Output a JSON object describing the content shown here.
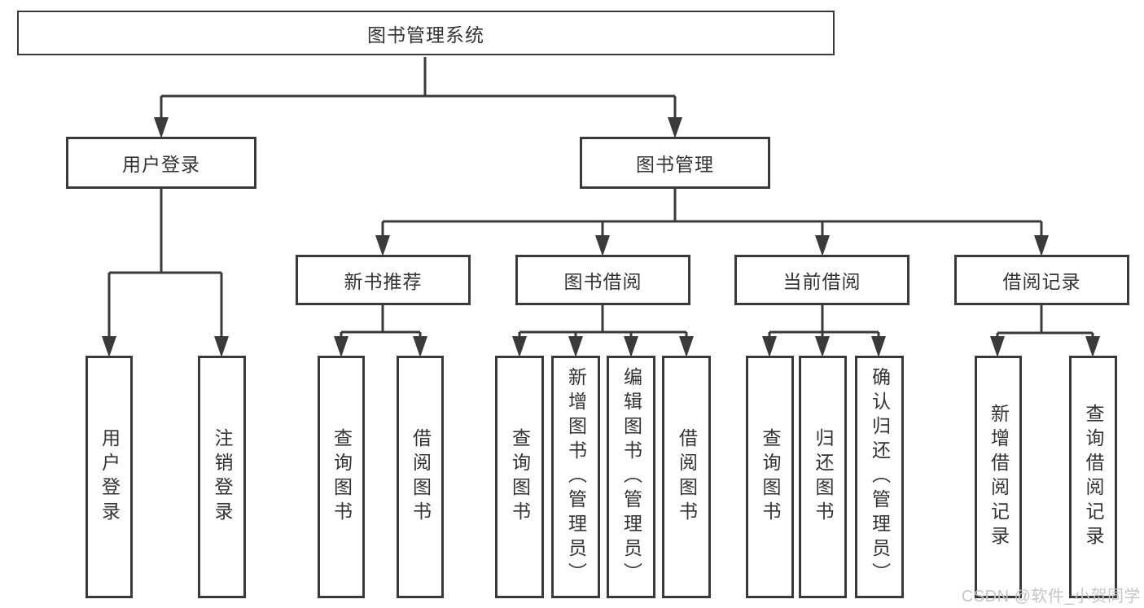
{
  "diagram": {
    "root": {
      "label": "图书管理系统"
    },
    "level2": [
      {
        "label": "用户登录"
      },
      {
        "label": "图书管理"
      }
    ],
    "level3": [
      {
        "label": "新书推荐"
      },
      {
        "label": "图书借阅"
      },
      {
        "label": "当前借阅"
      },
      {
        "label": "借阅记录"
      }
    ],
    "leaves": {
      "user_login": [
        {
          "label": "用户登录"
        },
        {
          "label": "注销登录"
        }
      ],
      "new_book": [
        {
          "label": "查询图书"
        },
        {
          "label": "借阅图书"
        }
      ],
      "book_borrow": [
        {
          "label": "查询图书"
        },
        {
          "label": "新增图书（管理员）"
        },
        {
          "label": "编辑图书（管理员）"
        },
        {
          "label": "借阅图书"
        }
      ],
      "current_borrow": [
        {
          "label": "查询图书"
        },
        {
          "label": "归还图书"
        },
        {
          "label": "确认归还（管理员）"
        }
      ],
      "borrow_record": [
        {
          "label": "新增借阅记录"
        },
        {
          "label": "查询借阅记录"
        }
      ]
    }
  },
  "watermark": {
    "text": "CSDN @软件_小贺同学"
  },
  "colors": {
    "line": "#3a3a3a",
    "text": "#333333",
    "watermark": "#c9c4c4",
    "background": "#ffffff"
  }
}
